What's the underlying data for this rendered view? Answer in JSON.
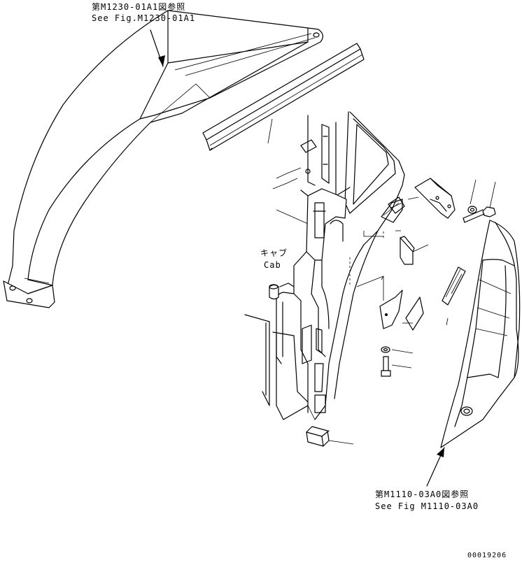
{
  "callouts": {
    "top_ref_jp": "第M1230-01A1図参照",
    "top_ref_en": "See Fig.M1230-01A1",
    "cab_jp": "キャブ",
    "cab_en": "Cab",
    "bottom_ref_jp": "第M1110-03A0図参照",
    "bottom_ref_en": "See Fig M1110-03A0"
  },
  "footer": {
    "drawing_number": "00019206"
  }
}
